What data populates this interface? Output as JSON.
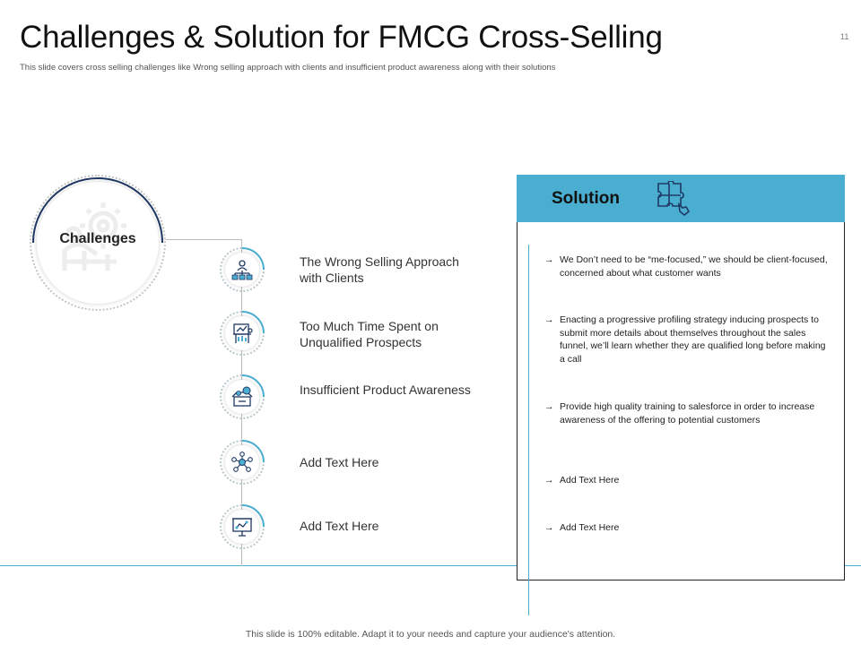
{
  "slide": {
    "title": "Challenges & Solution for FMCG Cross-Selling",
    "subtitle": "This slide covers cross selling challenges like Wrong selling approach with clients and insufficient product awareness along with their solutions",
    "page_number": "11",
    "footer": "This slide is 100% editable. Adapt it to your needs and capture your audience's attention."
  },
  "challenges": {
    "heading": "Challenges",
    "icon": "gear-person-icon",
    "items": [
      {
        "label": "The Wrong Selling Approach with Clients",
        "icon": "org-chart-person-icon"
      },
      {
        "label": "Too Much Time Spent on Unqualified Prospects",
        "icon": "presentation-board-icon"
      },
      {
        "label": "Insufficient Product Awareness",
        "icon": "money-box-icon"
      },
      {
        "label": "Add Text Here",
        "icon": "network-hub-icon"
      },
      {
        "label": "Add Text Here",
        "icon": "strategy-board-icon"
      }
    ]
  },
  "solution": {
    "heading": "Solution",
    "icon": "puzzle-icon",
    "arrow": "→",
    "items": [
      "We Don’t need to be “me-focused,” we should be client-focused, concerned about what customer wants",
      "Enacting a progressive profiling strategy inducing prospects to submit more details about themselves throughout the sales funnel, we’ll learn whether they are qualified long before making a call",
      "Provide high quality training to salesforce in order to increase awareness of the offering to potential customers",
      "Add Text Here",
      "Add Text Here"
    ]
  },
  "colors": {
    "accent": "#4aaed1",
    "navy": "#1f3864",
    "text": "#222222"
  }
}
